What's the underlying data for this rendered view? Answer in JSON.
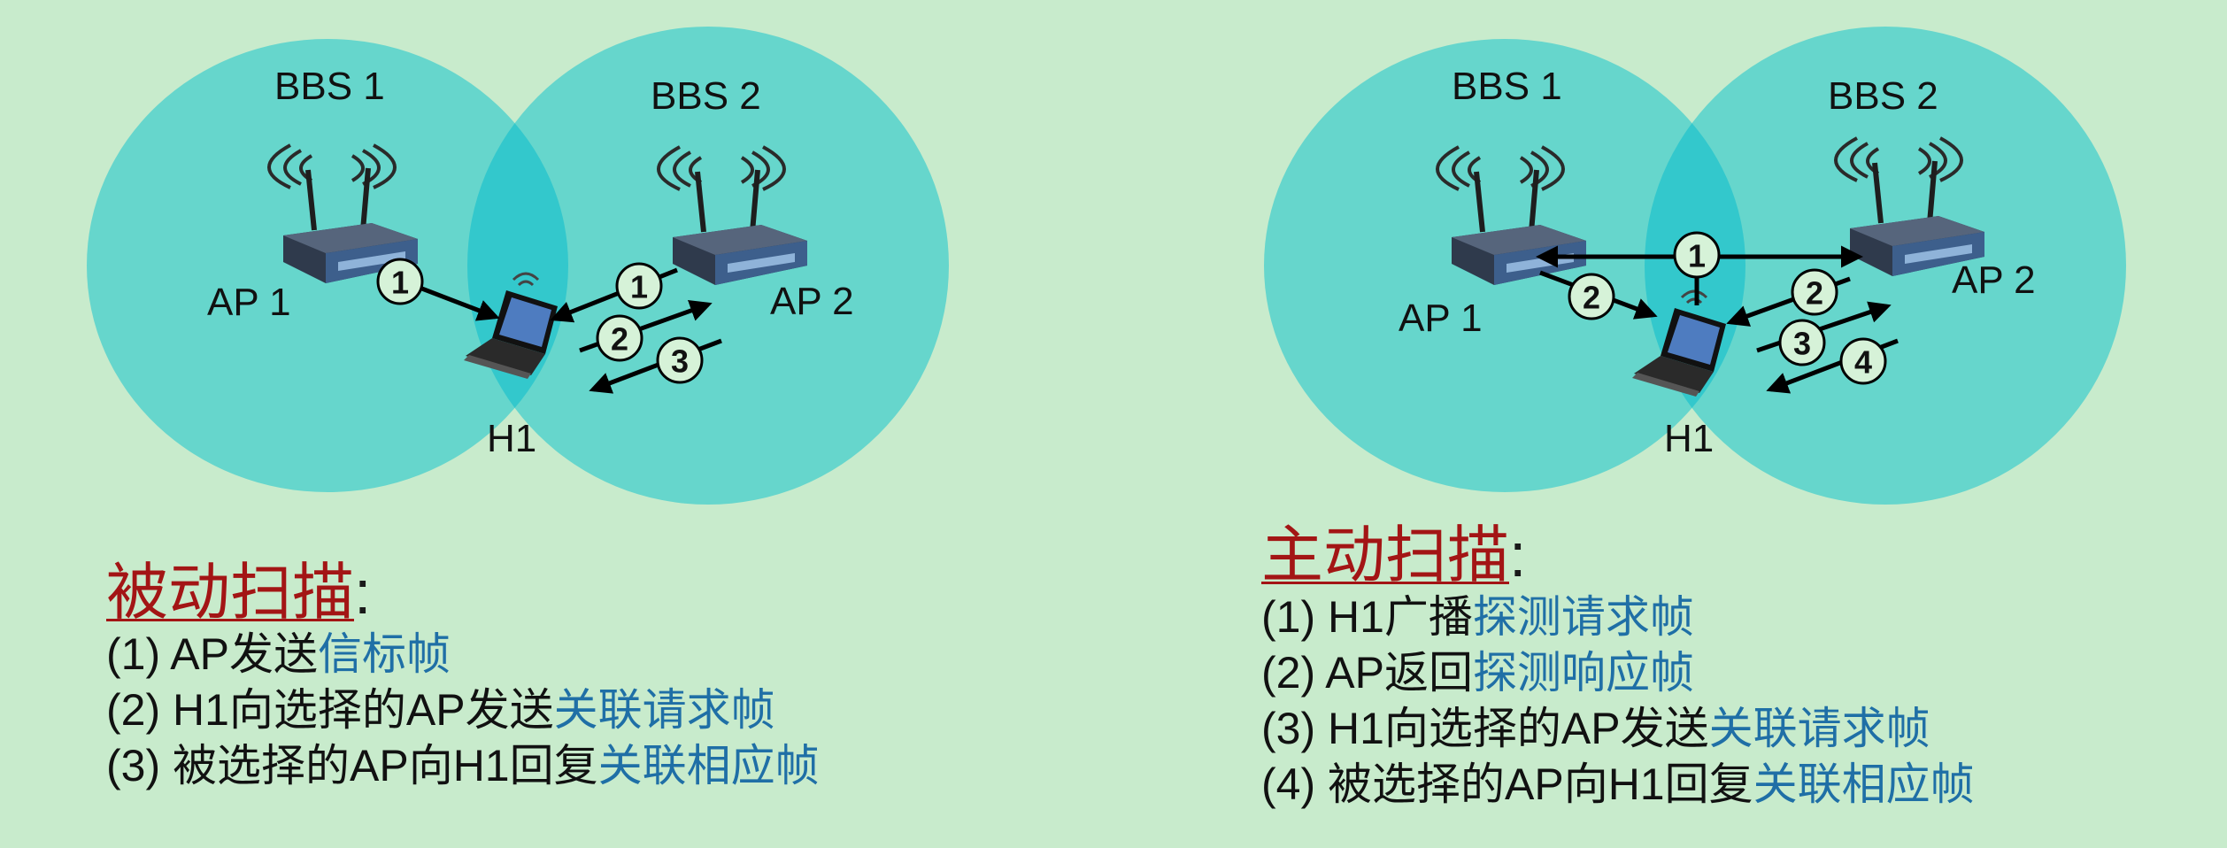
{
  "colors": {
    "background": "#c8ebcc",
    "circle": "#66d6cc",
    "overlap": "#33c8cc",
    "heading": "#a31515",
    "highlight": "#1f6fa6"
  },
  "passive": {
    "diagram": {
      "bbs1": "BBS 1",
      "bbs2": "BBS 2",
      "ap1": "AP 1",
      "ap2": "AP 2",
      "host": "H1",
      "steps": [
        "1",
        "1",
        "2",
        "3"
      ]
    },
    "title": "被动扫描",
    "title_colon": ":",
    "items": [
      {
        "prefix": "(1) AP发送",
        "highlight": "信标帧"
      },
      {
        "prefix": "(2) H1向选择的AP发送",
        "highlight": "关联请求帧"
      },
      {
        "prefix": "(3) 被选择的AP向H1回复",
        "highlight": "关联相应帧"
      }
    ]
  },
  "active": {
    "diagram": {
      "bbs1": "BBS 1",
      "bbs2": "BBS 2",
      "ap1": "AP 1",
      "ap2": "AP 2",
      "host": "H1",
      "steps": [
        "1",
        "2",
        "2",
        "3",
        "4"
      ]
    },
    "title": "主动扫描",
    "title_colon": ":",
    "items": [
      {
        "prefix": "(1) H1广播",
        "highlight": "探测请求帧"
      },
      {
        "prefix": "(2) AP返回",
        "highlight": "探测响应帧"
      },
      {
        "prefix": "(3) H1向选择的AP发送",
        "highlight": "关联请求帧"
      },
      {
        "prefix": "(4) 被选择的AP向H1回复",
        "highlight": "关联相应帧"
      }
    ]
  }
}
